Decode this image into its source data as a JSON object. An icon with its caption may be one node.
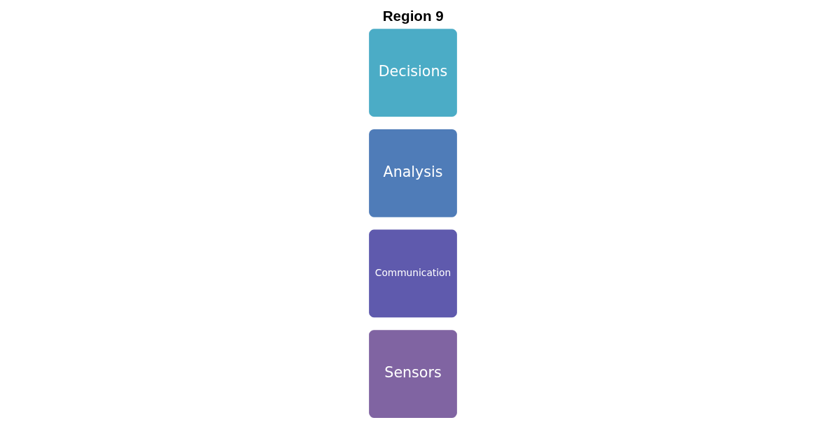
{
  "diagram": {
    "title": "Region 9",
    "nodes": [
      {
        "text": [
          "Sensors"
        ]
      },
      {
        "text": [
          "Communication"
        ]
      },
      {
        "text": [
          "Analysis"
        ]
      },
      {
        "text": [
          "Decisions"
        ]
      }
    ]
  }
}
